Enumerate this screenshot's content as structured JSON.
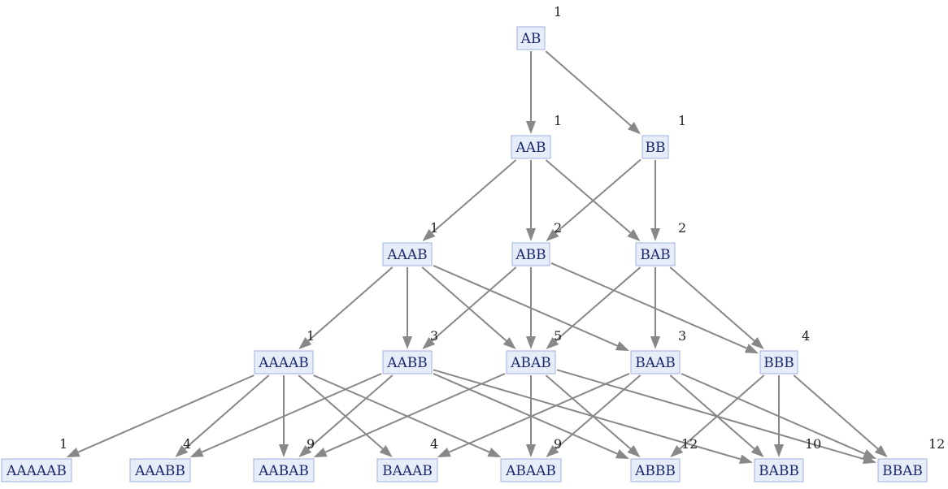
{
  "nodes": [
    {
      "id": "AB",
      "label": "AB",
      "count": "1"
    },
    {
      "id": "AAB",
      "label": "AAB",
      "count": "1"
    },
    {
      "id": "BB",
      "label": "BB",
      "count": "1"
    },
    {
      "id": "AAAB",
      "label": "AAAB",
      "count": "1"
    },
    {
      "id": "ABB",
      "label": "ABB",
      "count": "2"
    },
    {
      "id": "BAB",
      "label": "BAB",
      "count": "2"
    },
    {
      "id": "AAAAB",
      "label": "AAAAB",
      "count": "1"
    },
    {
      "id": "AABB",
      "label": "AABB",
      "count": "3"
    },
    {
      "id": "ABAB",
      "label": "ABAB",
      "count": "5"
    },
    {
      "id": "BAAB",
      "label": "BAAB",
      "count": "3"
    },
    {
      "id": "BBB",
      "label": "BBB",
      "count": "4"
    },
    {
      "id": "AAAAAB",
      "label": "AAAAAB",
      "count": "1"
    },
    {
      "id": "AAABB",
      "label": "AAABB",
      "count": "4"
    },
    {
      "id": "AABAB",
      "label": "AABAB",
      "count": "9"
    },
    {
      "id": "BAAAB",
      "label": "BAAAB",
      "count": "4"
    },
    {
      "id": "ABAAB",
      "label": "ABAAB",
      "count": "9"
    },
    {
      "id": "ABBB",
      "label": "ABBB",
      "count": "12"
    },
    {
      "id": "BABB",
      "label": "BABB",
      "count": "10"
    },
    {
      "id": "BBAB",
      "label": "BBAB",
      "count": "12"
    }
  ],
  "edges": [
    [
      "AB",
      "AAB"
    ],
    [
      "AB",
      "BB"
    ],
    [
      "AAB",
      "AAAB"
    ],
    [
      "AAB",
      "ABB"
    ],
    [
      "AAB",
      "BAB"
    ],
    [
      "BB",
      "ABB"
    ],
    [
      "BB",
      "BAB"
    ],
    [
      "AAAB",
      "AAAAB"
    ],
    [
      "AAAB",
      "AABB"
    ],
    [
      "AAAB",
      "ABAB"
    ],
    [
      "AAAB",
      "BAAB"
    ],
    [
      "ABB",
      "AABB"
    ],
    [
      "ABB",
      "ABAB"
    ],
    [
      "ABB",
      "BBB"
    ],
    [
      "BAB",
      "ABAB"
    ],
    [
      "BAB",
      "BAAB"
    ],
    [
      "BAB",
      "BBB"
    ],
    [
      "AAAAB",
      "AAAAAB"
    ],
    [
      "AAAAB",
      "AAABB"
    ],
    [
      "AAAAB",
      "AABAB"
    ],
    [
      "AAAAB",
      "BAAAB"
    ],
    [
      "AAAAB",
      "ABAAB"
    ],
    [
      "AABB",
      "AAABB"
    ],
    [
      "AABB",
      "AABAB"
    ],
    [
      "AABB",
      "ABBB"
    ],
    [
      "AABB",
      "BABB"
    ],
    [
      "ABAB",
      "AABAB"
    ],
    [
      "ABAB",
      "ABAAB"
    ],
    [
      "ABAB",
      "ABBB"
    ],
    [
      "ABAB",
      "BBAB"
    ],
    [
      "BAAB",
      "BAAAB"
    ],
    [
      "BAAB",
      "ABAAB"
    ],
    [
      "BAAB",
      "BABB"
    ],
    [
      "BAAB",
      "BBAB"
    ],
    [
      "BBB",
      "ABBB"
    ],
    [
      "BBB",
      "BABB"
    ],
    [
      "BBB",
      "BBAB"
    ]
  ]
}
